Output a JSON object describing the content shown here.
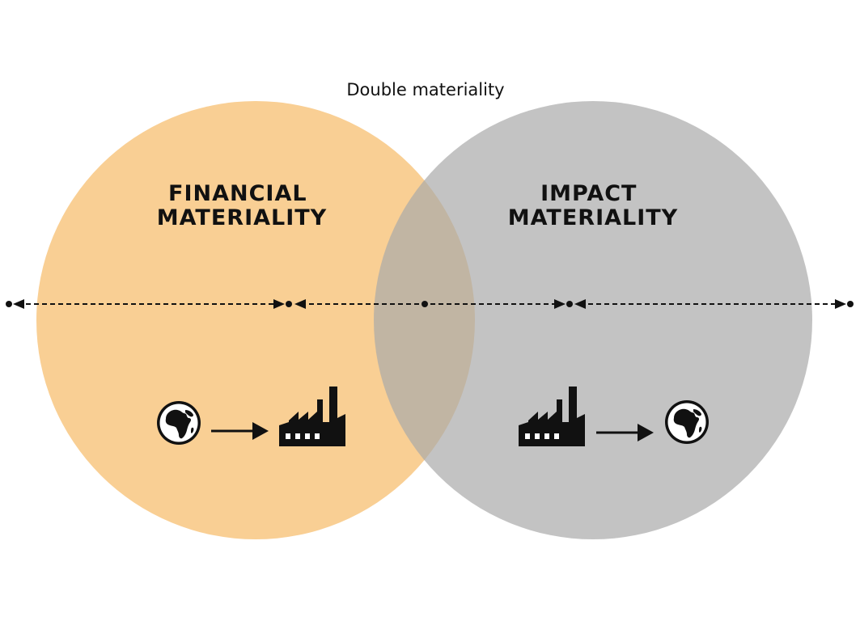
{
  "diagram": {
    "title": "Double materiality",
    "left": {
      "label_line1": "FINANCIAL",
      "label_line2": "MATERIALITY",
      "icons": [
        "globe-icon",
        "arrow-right-icon",
        "factory-icon"
      ]
    },
    "right": {
      "label_line1": "IMPACT",
      "label_line2": "MATERIALITY",
      "icons": [
        "factory-icon",
        "arrow-right-icon",
        "globe-icon"
      ]
    },
    "colors": {
      "left_circle": "#f9cf94",
      "right_circle": "#aaaaaa",
      "overlap": "#c4b4a0",
      "ink": "#111111"
    }
  }
}
